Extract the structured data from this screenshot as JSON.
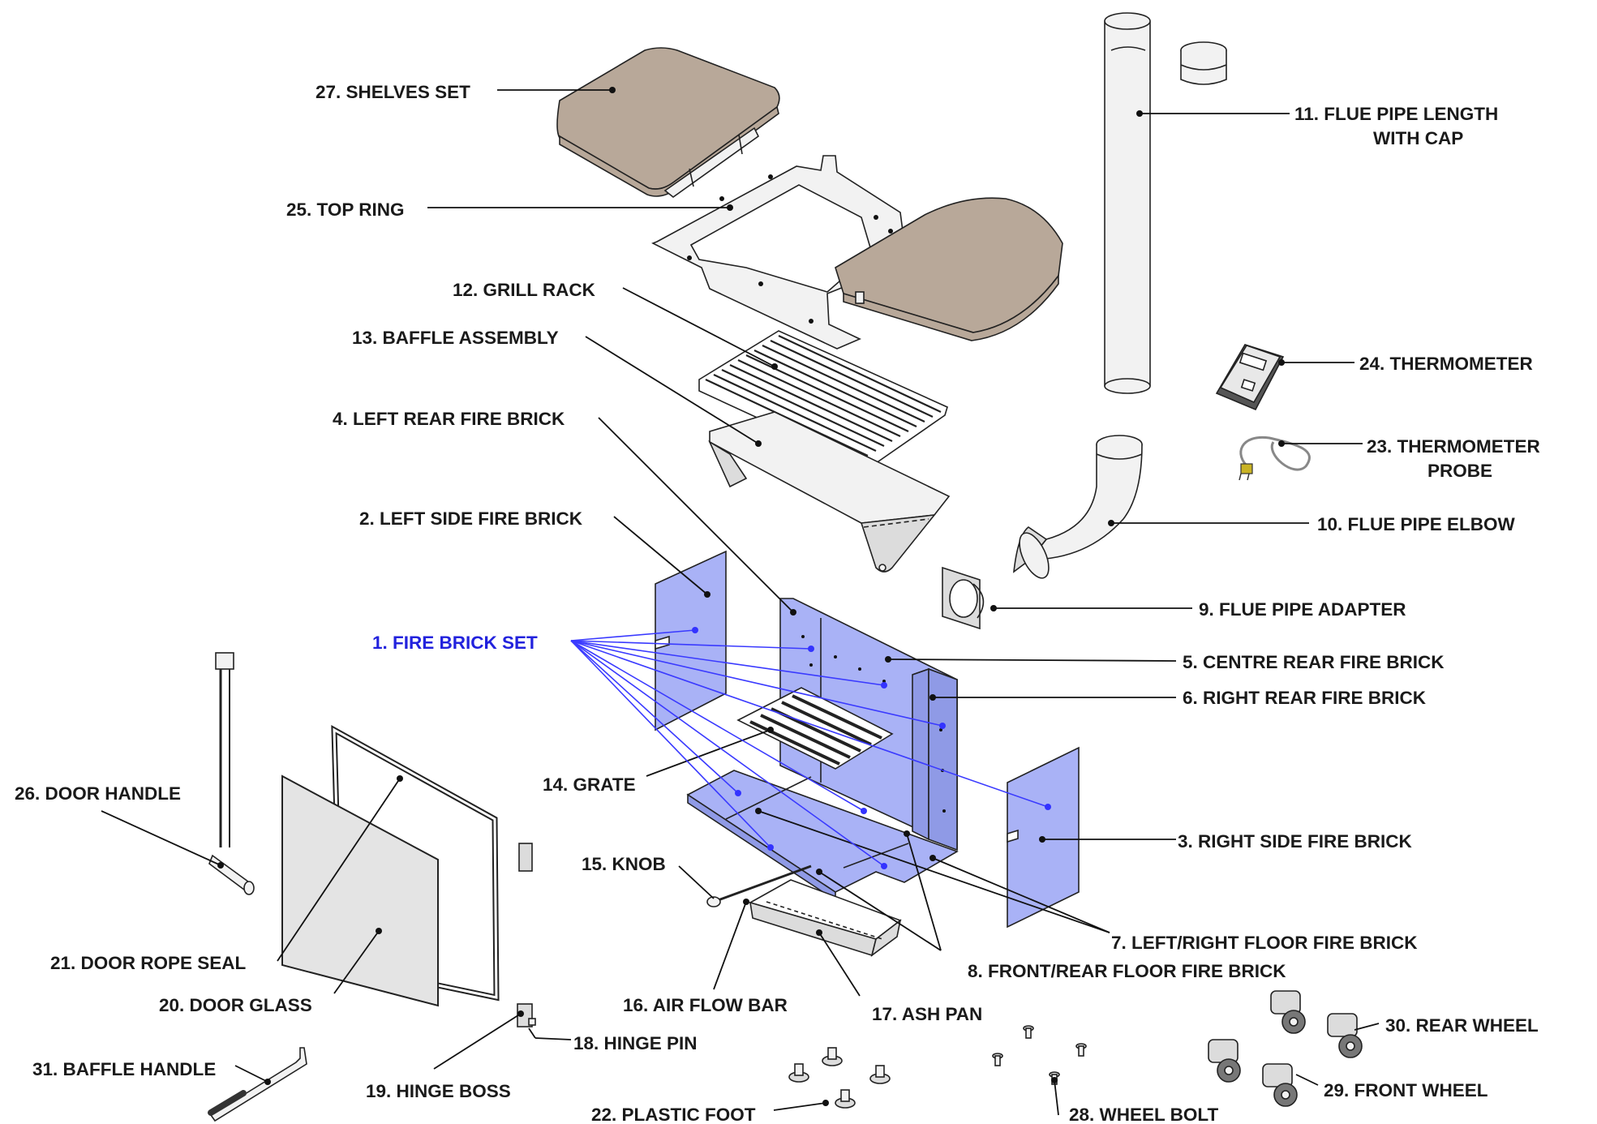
{
  "labels": {
    "shelves_set": "27. SHELVES SET",
    "top_ring": "25. TOP RING",
    "grill_rack": "12. GRILL RACK",
    "baffle_assembly": "13. BAFFLE ASSEMBLY",
    "left_rear_fire_brick": "4. LEFT REAR FIRE BRICK",
    "left_side_fire_brick": "2. LEFT SIDE FIRE BRICK",
    "fire_brick_set": "1. FIRE BRICK SET",
    "flue_pipe_length_line1": "11. FLUE PIPE LENGTH",
    "flue_pipe_length_line2": "WITH CAP",
    "thermometer": "24. THERMOMETER",
    "thermometer_probe_line1": "23. THERMOMETER",
    "thermometer_probe_line2": "PROBE",
    "flue_pipe_elbow": "10. FLUE PIPE ELBOW",
    "flue_pipe_adapter": "9. FLUE PIPE ADAPTER",
    "centre_rear_fire_brick": "5. CENTRE REAR FIRE BRICK",
    "right_rear_fire_brick": "6. RIGHT REAR FIRE BRICK",
    "grate": "14. GRATE",
    "right_side_fire_brick": "3. RIGHT SIDE FIRE BRICK",
    "door_handle": "26. DOOR HANDLE",
    "knob": "15. KNOB",
    "left_right_floor_fire_brick": "7. LEFT/RIGHT FLOOR FIRE BRICK",
    "front_rear_floor_fire_brick": "8. FRONT/REAR FLOOR FIRE BRICK",
    "door_rope_seal": "21. DOOR ROPE SEAL",
    "door_glass": "20. DOOR GLASS",
    "air_flow_bar": "16. AIR FLOW BAR",
    "ash_pan": "17. ASH PAN",
    "hinge_pin": "18. HINGE PIN",
    "baffle_handle": "31. BAFFLE HANDLE",
    "hinge_boss": "19. HINGE BOSS",
    "plastic_foot": "22. PLASTIC FOOT",
    "wheel_bolt": "28. WHEEL BOLT",
    "rear_wheel": "30. REAR WHEEL",
    "front_wheel": "29. FRONT WHEEL"
  },
  "colors": {
    "highlight": "#2222dd",
    "fire_brick": "#a9b2f6",
    "shelf": "#b8a899",
    "text": "#1a1a1a"
  }
}
